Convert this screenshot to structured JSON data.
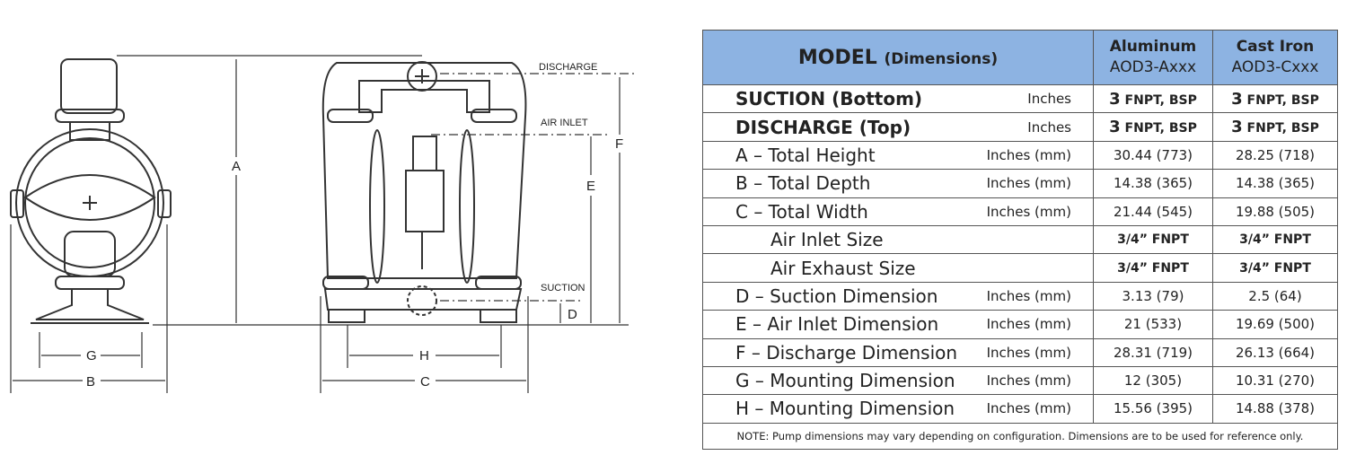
{
  "drawing": {
    "callouts": {
      "discharge": "DISCHARGE",
      "air_inlet": "AIR INLET",
      "suction": "SUCTION"
    },
    "dims": {
      "a": "A",
      "b": "B",
      "c": "C",
      "d": "D",
      "e": "E",
      "f": "F",
      "g": "G",
      "h": "H"
    }
  },
  "table": {
    "header": {
      "model": "MODEL",
      "model_sub": "(Dimensions)",
      "col1_line1": "Aluminum",
      "col1_line2": "AOD3-Axxx",
      "col2_line1": "Cast Iron",
      "col2_line2": "AOD3-Cxxx"
    },
    "rows": [
      {
        "label": "SUCTION (Bottom)",
        "unit": "Inches",
        "aluminum_num": "3",
        "aluminum": "FNPT, BSP",
        "cast_num": "3",
        "cast": "FNPT, BSP"
      },
      {
        "label": "DISCHARGE (Top)",
        "unit": "Inches",
        "aluminum_num": "3",
        "aluminum": "FNPT, BSP",
        "cast_num": "3",
        "cast": "FNPT, BSP"
      },
      {
        "label": "A – Total Height",
        "unit": "Inches (mm)",
        "aluminum": "30.44 (773)",
        "cast": "28.25 (718)"
      },
      {
        "label": "B – Total Depth",
        "unit": "Inches (mm)",
        "aluminum": "14.38 (365)",
        "cast": "14.38 (365)"
      },
      {
        "label": "C – Total Width",
        "unit": "Inches (mm)",
        "aluminum": "21.44 (545)",
        "cast": "19.88 (505)"
      },
      {
        "label": "Air Inlet Size",
        "unit": "",
        "aluminum": "3/4” FNPT",
        "cast": "3/4” FNPT"
      },
      {
        "label": "Air Exhaust Size",
        "unit": "",
        "aluminum": "3/4” FNPT",
        "cast": "3/4” FNPT"
      },
      {
        "label": "D – Suction Dimension",
        "unit": "Inches (mm)",
        "aluminum": "3.13 (79)",
        "cast": "2.5 (64)"
      },
      {
        "label": "E – Air Inlet Dimension",
        "unit": "Inches (mm)",
        "aluminum": "21 (533)",
        "cast": "19.69 (500)"
      },
      {
        "label": "F – Discharge Dimension",
        "unit": "Inches (mm)",
        "aluminum": "28.31 (719)",
        "cast": "26.13 (664)"
      },
      {
        "label": "G – Mounting Dimension",
        "unit": "Inches (mm)",
        "aluminum": "12 (305)",
        "cast": "10.31 (270)"
      },
      {
        "label": "H – Mounting Dimension",
        "unit": "Inches (mm)",
        "aluminum": "15.56 (395)",
        "cast": "14.88 (378)"
      }
    ],
    "note": "NOTE: Pump dimensions may vary depending on configuration.  Dimensions are to be used for reference only."
  }
}
